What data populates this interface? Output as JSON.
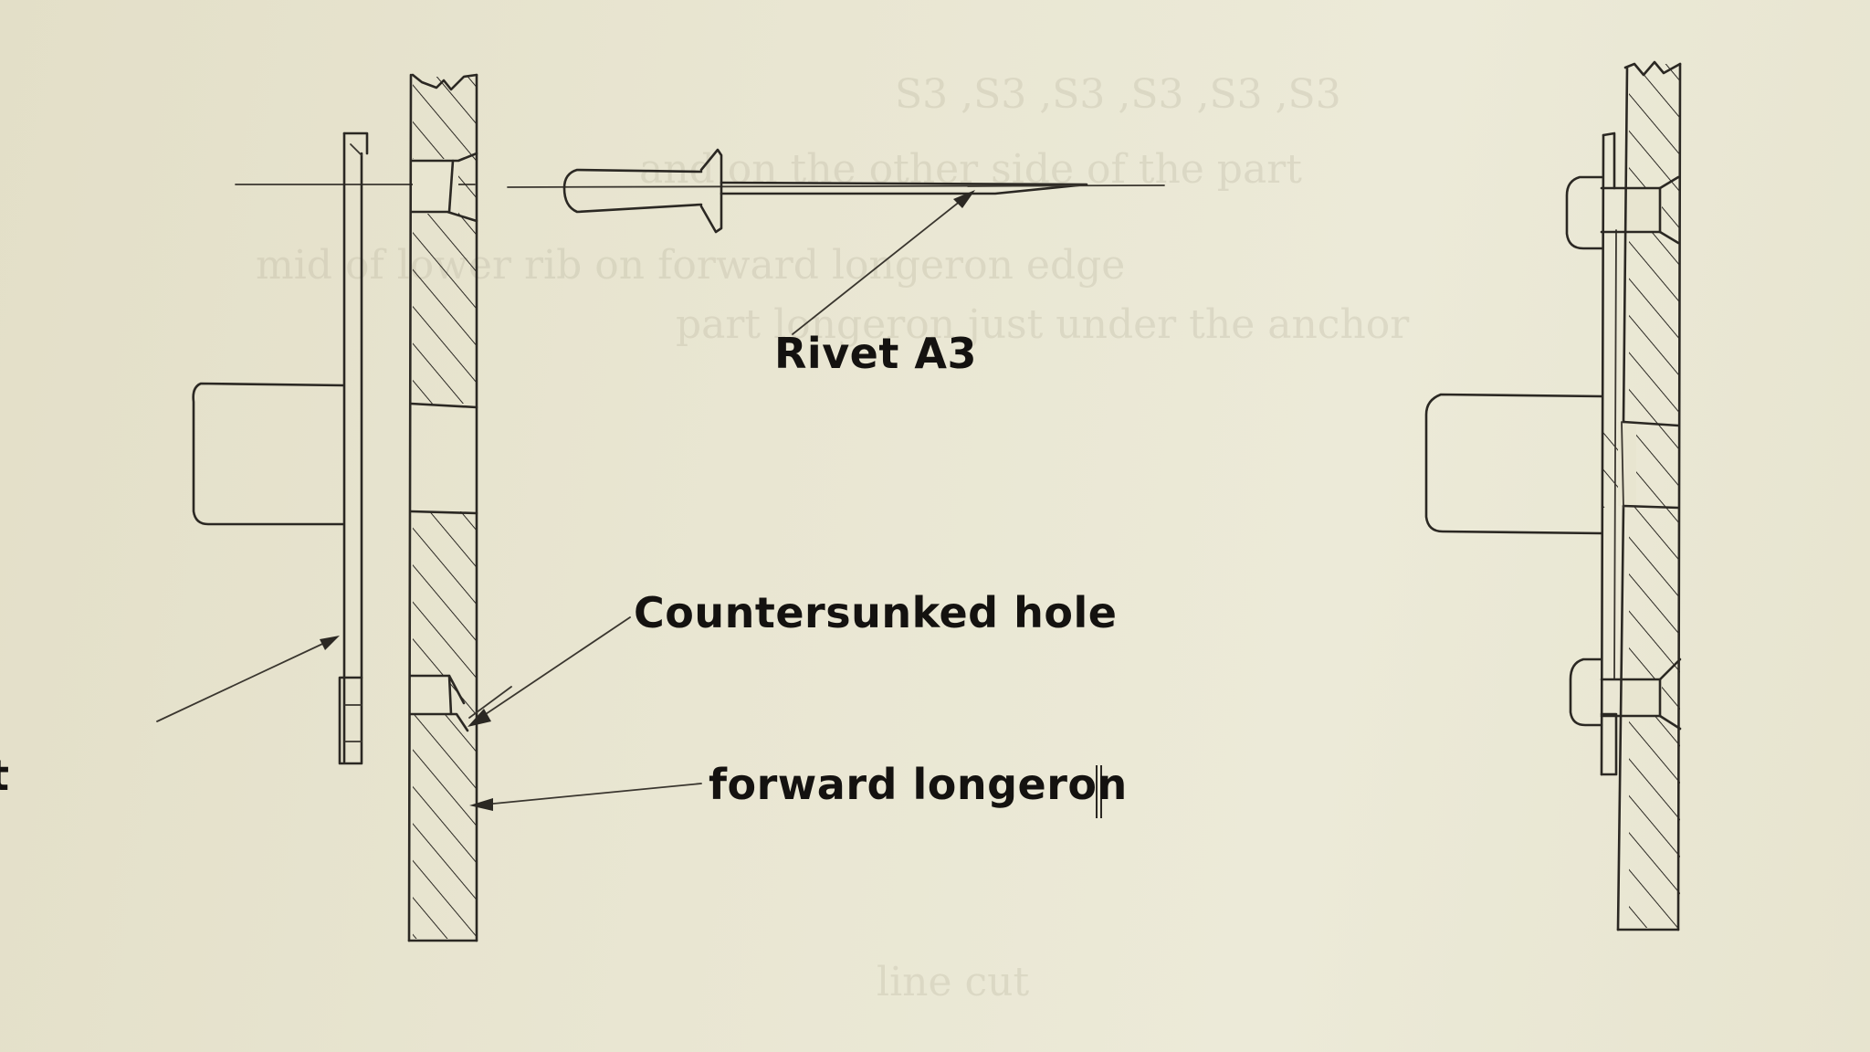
{
  "labels": {
    "rivet": "Rivet A3",
    "countersunk": "Countersunked hole",
    "longeron": "forward longeron",
    "cut_off": "t"
  },
  "colors": {
    "paper": "#e6e2cc",
    "ink": "#2b2823",
    "label_text": "#141210"
  }
}
